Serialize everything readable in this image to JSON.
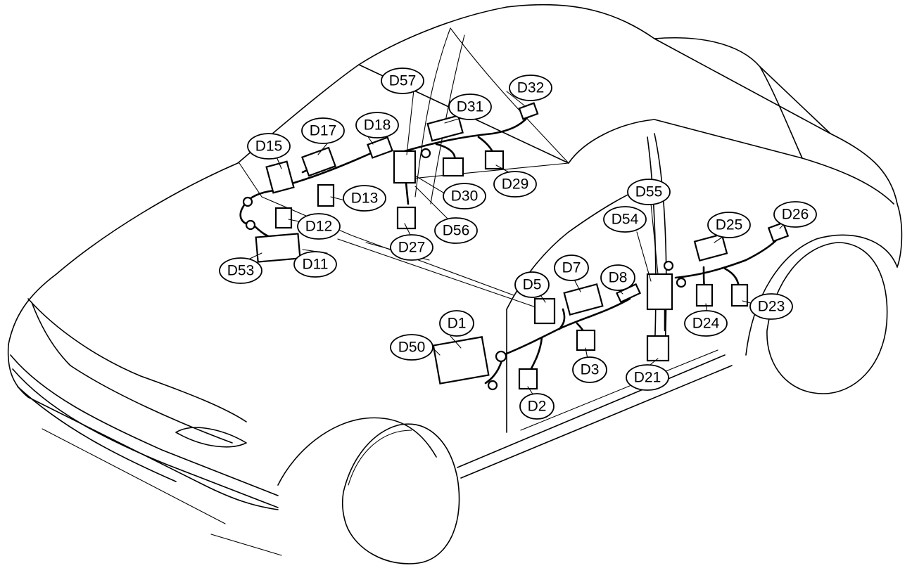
{
  "labels": {
    "d1": "D1",
    "d2": "D2",
    "d3": "D3",
    "d5": "D5",
    "d7": "D7",
    "d8": "D8",
    "d11": "D11",
    "d12": "D12",
    "d13": "D13",
    "d15": "D15",
    "d17": "D17",
    "d18": "D18",
    "d21": "D21",
    "d23": "D23",
    "d24": "D24",
    "d25": "D25",
    "d26": "D26",
    "d27": "D27",
    "d29": "D29",
    "d30": "D30",
    "d31": "D31",
    "d32": "D32",
    "d50": "D50",
    "d53": "D53",
    "d54": "D54",
    "d55": "D55",
    "d56": "D56",
    "d57": "D57"
  }
}
